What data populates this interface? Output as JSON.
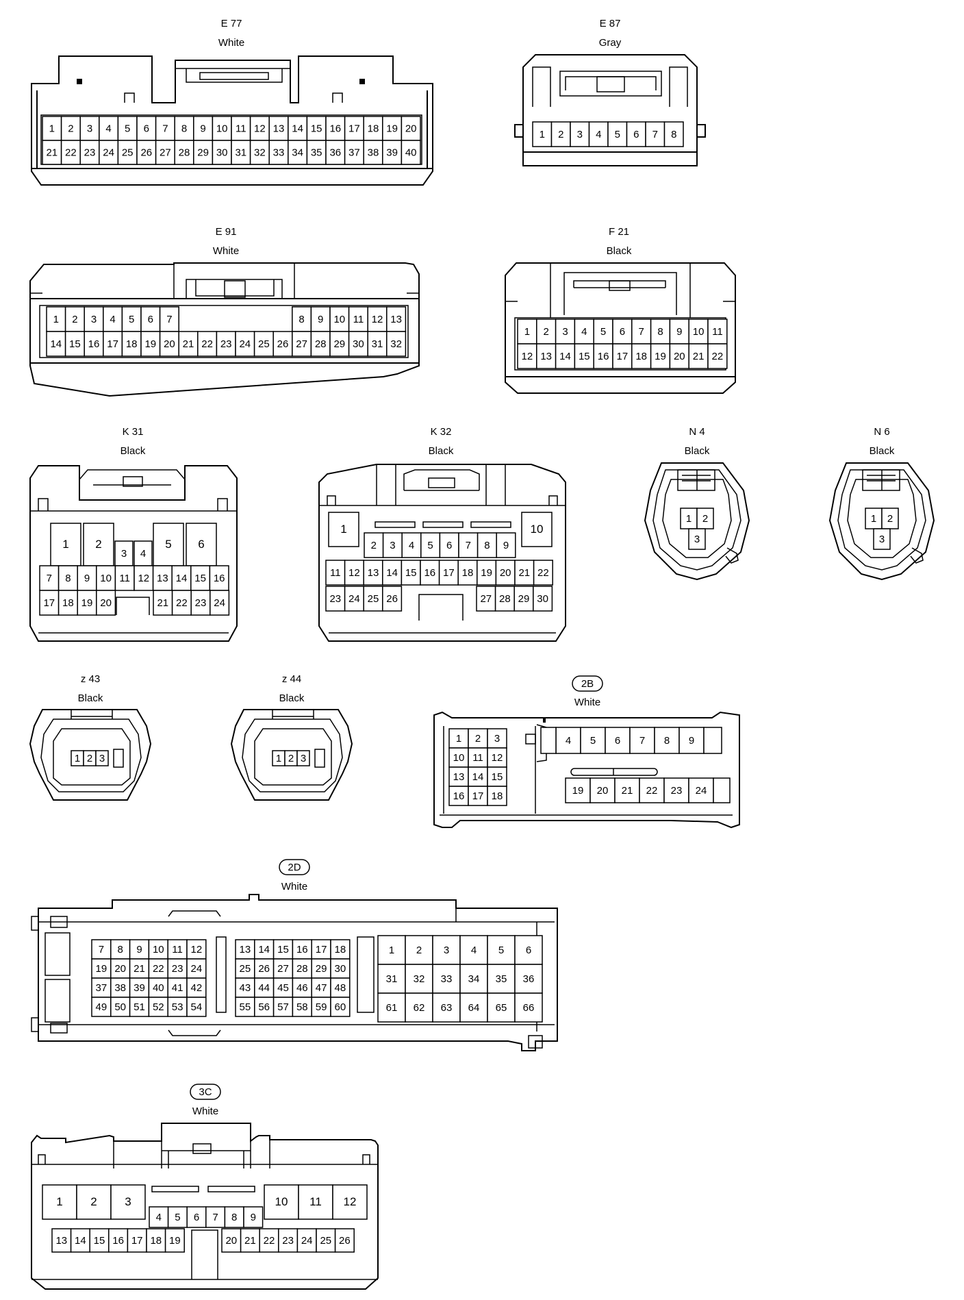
{
  "connectors": {
    "e77": {
      "id": "E 77",
      "color": "White",
      "rows": [
        [
          "1",
          "2",
          "3",
          "4",
          "5",
          "6",
          "7",
          "8",
          "9",
          "10",
          "11",
          "12",
          "13",
          "14",
          "15",
          "16",
          "17",
          "18",
          "19",
          "20"
        ],
        [
          "21",
          "22",
          "23",
          "24",
          "25",
          "26",
          "27",
          "28",
          "29",
          "30",
          "31",
          "32",
          "33",
          "34",
          "35",
          "36",
          "37",
          "38",
          "39",
          "40"
        ]
      ]
    },
    "e87": {
      "id": "E 87",
      "color": "Gray",
      "rows": [
        [
          "1",
          "2",
          "3",
          "4",
          "5",
          "6",
          "7",
          "8"
        ]
      ]
    },
    "e91": {
      "id": "E 91",
      "color": "White",
      "row1": [
        "1",
        "2",
        "3",
        "4",
        "5",
        "6",
        "7",
        "8",
        "9",
        "10",
        "11",
        "12",
        "13"
      ],
      "row2": [
        "14",
        "15",
        "16",
        "17",
        "18",
        "19",
        "20",
        "21",
        "22",
        "23",
        "24",
        "25",
        "26",
        "27",
        "28",
        "29",
        "30",
        "31",
        "32"
      ]
    },
    "f21": {
      "id": "F 21",
      "color": "Black",
      "rows": [
        [
          "1",
          "2",
          "3",
          "4",
          "5",
          "6",
          "7",
          "8",
          "9",
          "10",
          "11"
        ],
        [
          "12",
          "13",
          "14",
          "15",
          "16",
          "17",
          "18",
          "19",
          "20",
          "21",
          "22"
        ]
      ]
    },
    "k31": {
      "id": "K 31",
      "color": "Black",
      "pins": [
        "1",
        "2",
        "3",
        "4",
        "5",
        "6",
        "7",
        "8",
        "9",
        "10",
        "11",
        "12",
        "13",
        "14",
        "15",
        "16",
        "17",
        "18",
        "19",
        "20",
        "21",
        "22",
        "23",
        "24"
      ]
    },
    "k32": {
      "id": "K 32",
      "color": "Black",
      "pins": [
        "1",
        "2",
        "3",
        "4",
        "5",
        "6",
        "7",
        "8",
        "9",
        "10",
        "11",
        "12",
        "13",
        "14",
        "15",
        "16",
        "17",
        "18",
        "19",
        "20",
        "21",
        "22",
        "23",
        "24",
        "25",
        "26",
        "27",
        "28",
        "29",
        "30"
      ]
    },
    "n4": {
      "id": "N 4",
      "color": "Black",
      "pins": [
        "1",
        "2",
        "3"
      ]
    },
    "n6": {
      "id": "N 6",
      "color": "Black",
      "pins": [
        "1",
        "2",
        "3"
      ]
    },
    "z43": {
      "id": "z 43",
      "color": "Black",
      "pins": [
        "1",
        "2",
        "3"
      ]
    },
    "z44": {
      "id": "z 44",
      "color": "Black",
      "pins": [
        "1",
        "2",
        "3"
      ]
    },
    "c2b": {
      "id": "2B",
      "color": "White",
      "left": [
        [
          "1",
          "2",
          "3"
        ],
        [
          "10",
          "11",
          "12"
        ],
        [
          "13",
          "14",
          "15"
        ],
        [
          "16",
          "17",
          "18"
        ]
      ],
      "top": [
        "4",
        "5",
        "6",
        "7",
        "8",
        "9"
      ],
      "bottom": [
        "19",
        "20",
        "21",
        "22",
        "23",
        "24"
      ]
    },
    "c2d": {
      "id": "2D",
      "color": "White",
      "left": [
        [
          "7",
          "8",
          "9",
          "10",
          "11",
          "12"
        ],
        [
          "19",
          "20",
          "21",
          "22",
          "23",
          "24"
        ],
        [
          "37",
          "38",
          "39",
          "40",
          "41",
          "42"
        ],
        [
          "49",
          "50",
          "51",
          "52",
          "53",
          "54"
        ]
      ],
      "mid": [
        [
          "13",
          "14",
          "15",
          "16",
          "17",
          "18"
        ],
        [
          "25",
          "26",
          "27",
          "28",
          "29",
          "30"
        ],
        [
          "43",
          "44",
          "45",
          "46",
          "47",
          "48"
        ],
        [
          "55",
          "56",
          "57",
          "58",
          "59",
          "60"
        ]
      ],
      "right": [
        [
          "1",
          "2",
          "3",
          "4",
          "5",
          "6"
        ],
        [
          "31",
          "32",
          "33",
          "34",
          "35",
          "36"
        ],
        [
          "61",
          "62",
          "63",
          "64",
          "65",
          "66"
        ]
      ]
    },
    "c3c": {
      "id": "3C",
      "color": "White",
      "pins": [
        "1",
        "2",
        "3",
        "4",
        "5",
        "6",
        "7",
        "8",
        "9",
        "10",
        "11",
        "12",
        "13",
        "14",
        "15",
        "16",
        "17",
        "18",
        "19",
        "20",
        "21",
        "22",
        "23",
        "24",
        "25",
        "26"
      ]
    }
  }
}
